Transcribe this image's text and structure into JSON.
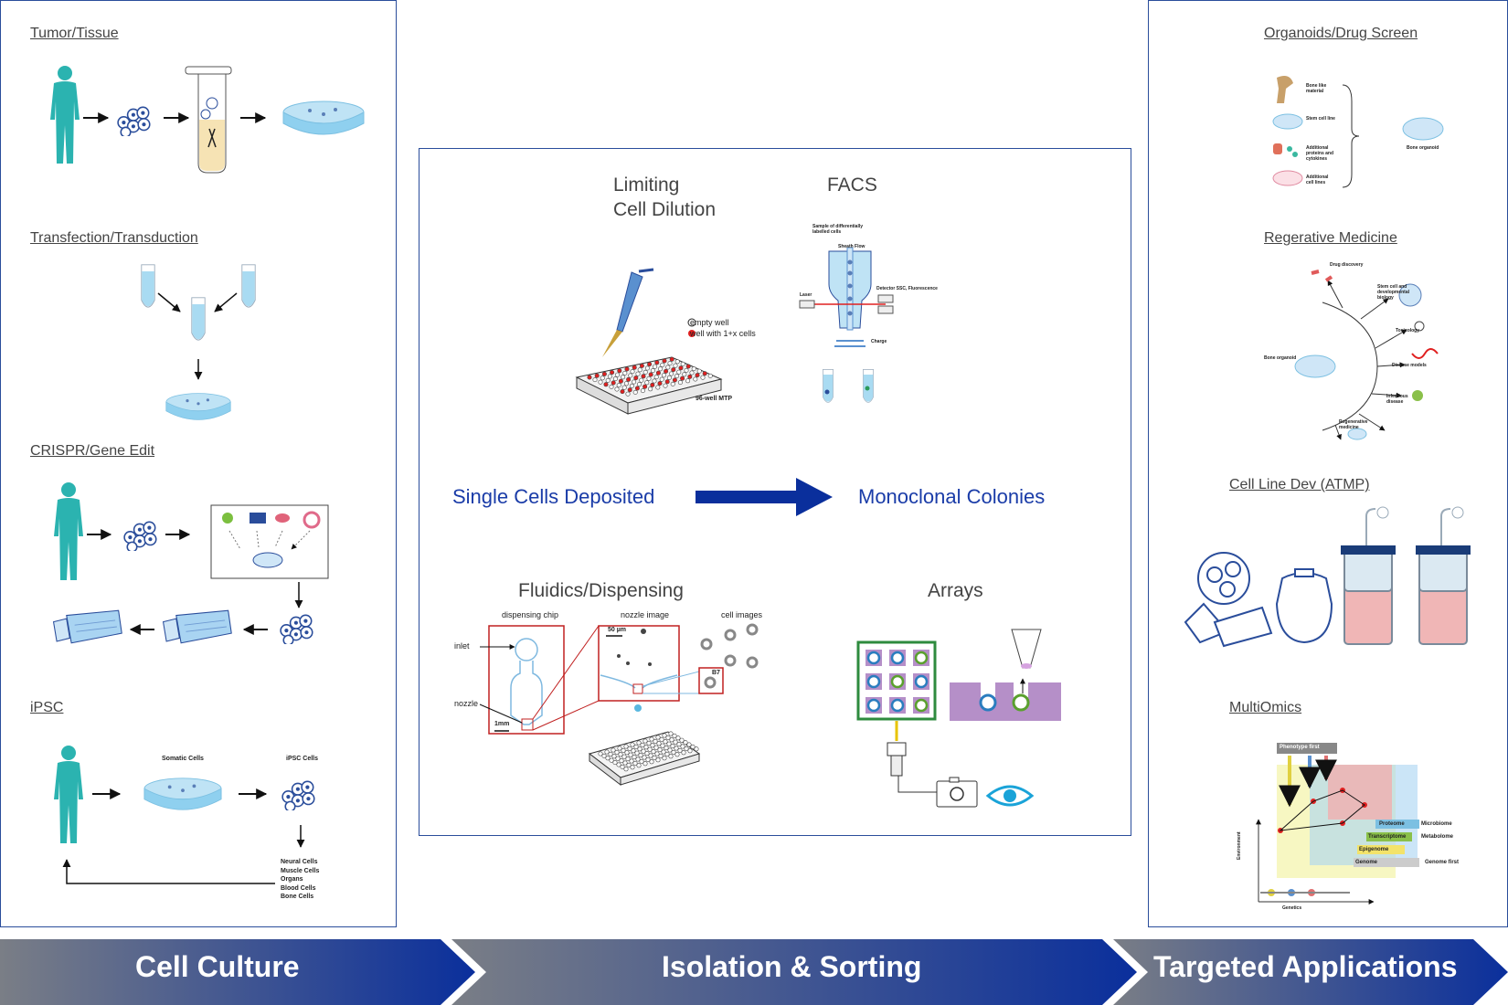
{
  "cell_culture": {
    "sections": [
      "Tumor/Tissue",
      "Transfection/Transduction",
      "CRISPR/Gene Edit",
      "iPSC"
    ],
    "ipsc_labels": {
      "somatic": "Somatic Cells",
      "ipsc": "iPSC Cells",
      "outputs": [
        "Neural Cells",
        "Muscle Cells",
        "Organs",
        "Blood Cells",
        "Bone Cells"
      ]
    }
  },
  "isolation": {
    "methods": {
      "limiting_line1": "Limiting",
      "limiting_line2": "Cell Dilution",
      "facs": "FACS",
      "fluidics": "Fluidics/Dispensing",
      "arrays": "Arrays"
    },
    "flow": {
      "from": "Single Cells Deposited",
      "to": "Monoclonal Colonies"
    },
    "limiting_legend": {
      "empty": "empty well",
      "filled": "well with 1+x cells",
      "plate": "96-well MTP"
    },
    "facs_labels": {
      "sample": "Sample of differentially labelled cells",
      "sheath": "Sheath Flow",
      "detector": "Detector SSC, Fluorescence",
      "laser": "Laser",
      "charge": "Charge"
    },
    "fluidics_labels": {
      "chip": "dispensing chip",
      "nozzle_image": "nozzle image",
      "cell_images": "cell images",
      "inlet": "inlet",
      "nozzle": "nozzle",
      "scale_mm": "1mm",
      "scale_um": "50 µm",
      "well": "B7"
    }
  },
  "applications": {
    "sections": [
      "Organoids/Drug Screen",
      "Regerative Medicine",
      "Cell Line Dev (ATMP)",
      "MultiOmics"
    ],
    "organoid_labels": [
      "Bone like material",
      "Stem cell line",
      "Additional proteins and cytokines",
      "Additional cell lines",
      "Bone organoid"
    ],
    "regen_labels": [
      "Drug discovery",
      "Stem cell and developmental biology",
      "Toxicology",
      "Disease models",
      "Infectious disease",
      "Regenerative medicine",
      "Bone organoid"
    ],
    "omics_labels": [
      "Phenotype first",
      "Microbiome",
      "Metabolome",
      "Proteome",
      "Transcriptome",
      "Epigenome",
      "Genome",
      "Genome first",
      "Environment",
      "Genetics"
    ]
  },
  "stages": [
    "Cell Culture",
    "Isolation & Sorting",
    "Targeted Applications"
  ],
  "colors": {
    "teal": "#2bb3b0",
    "brand_blue": "#1a3ca8",
    "red": "#e02020",
    "band_start": "#7a7e86",
    "band_end": "#0a2f9c"
  }
}
